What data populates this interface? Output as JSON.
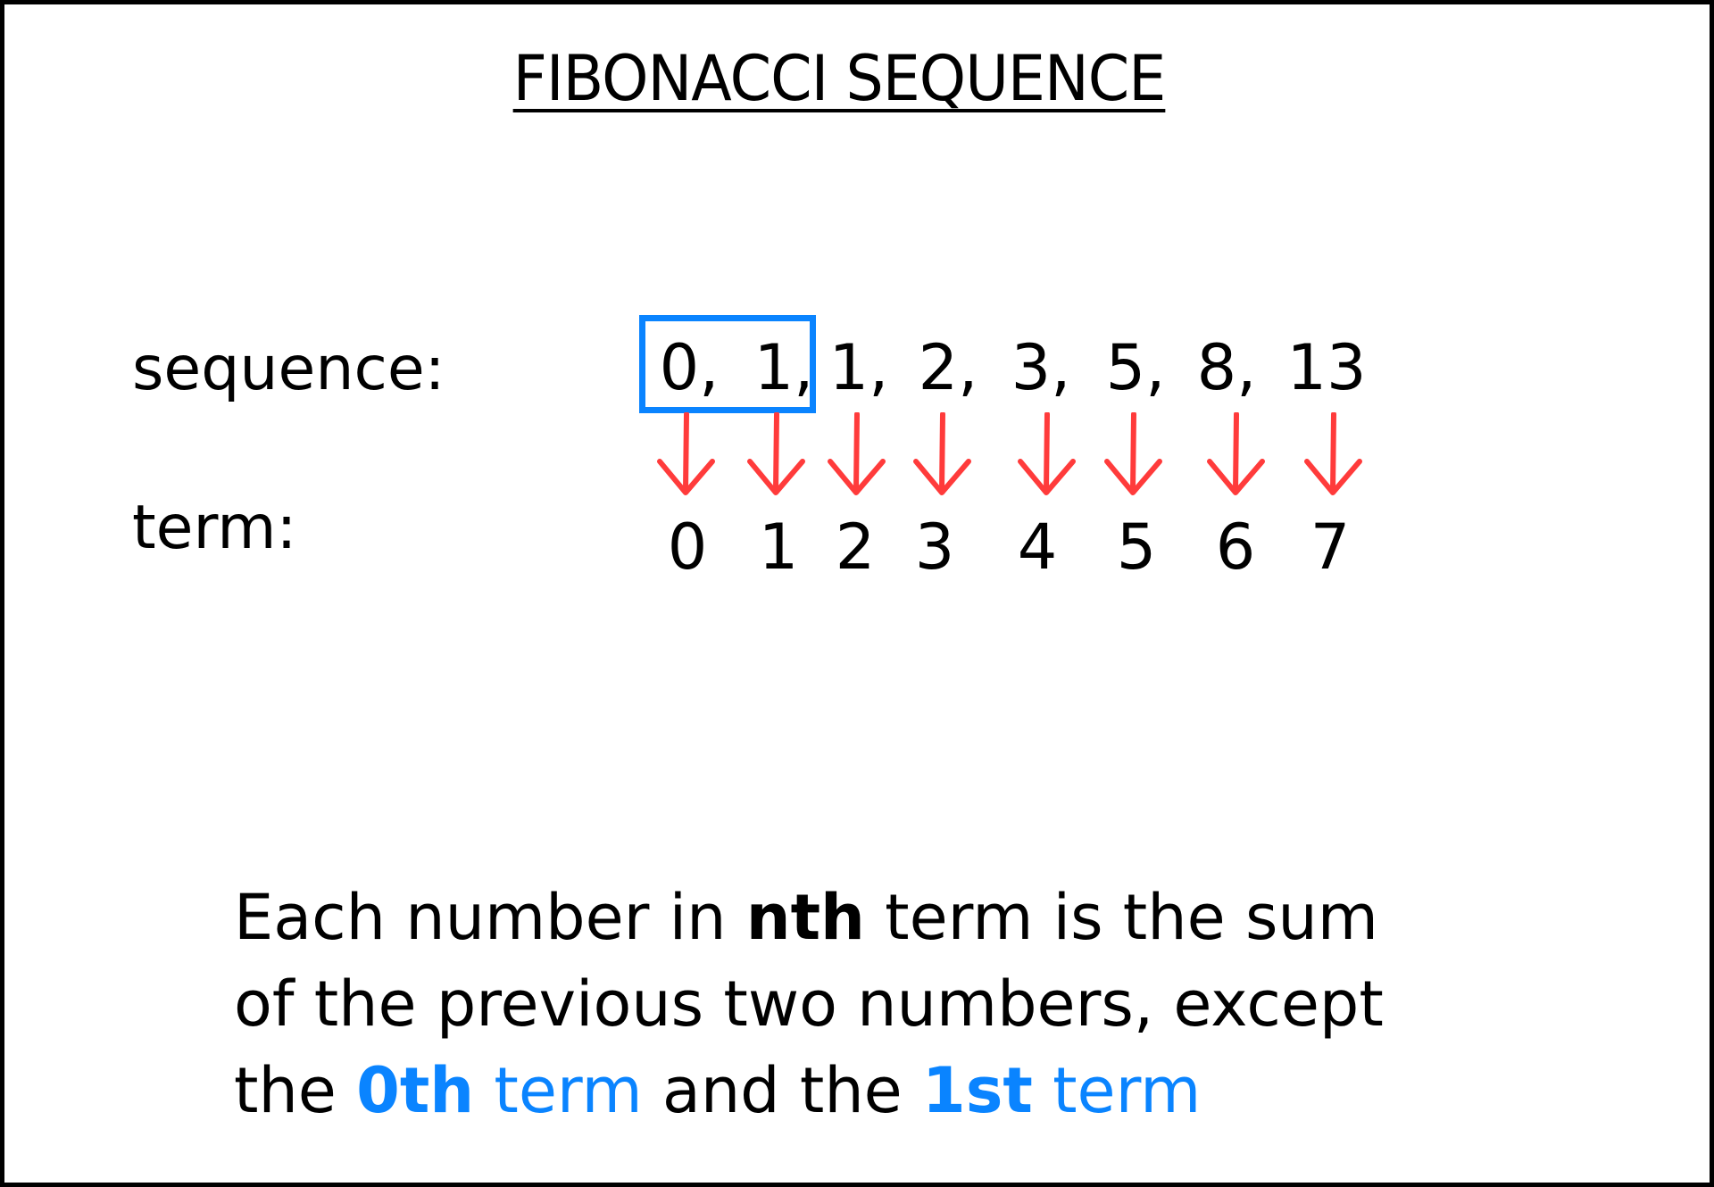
{
  "title": "FIBONACCI SEQUENCE",
  "labels": {
    "sequence": "sequence:",
    "term": "term:"
  },
  "sequence": [
    "0,",
    "1,",
    "1,",
    "2,",
    "3,",
    "5,",
    "8,",
    "13"
  ],
  "terms": [
    "0",
    "1",
    "2",
    "3",
    "4",
    "5",
    "6",
    "7"
  ],
  "highlighted_terms": [
    "0",
    "1"
  ],
  "description": {
    "line1_a": "Each number in ",
    "line1_bold": "nth",
    "line1_b": " term is the sum",
    "line2": "of the previous two numbers, except",
    "line3_a": "the ",
    "line3_blue1_bold": "0th",
    "line3_blue1_rest": " term",
    "line3_b": " and the ",
    "line3_blue2_bold": "1st",
    "line3_blue2_rest": " term"
  },
  "colors": {
    "highlight": "#0a84ff",
    "arrow": "#ff3b3b",
    "text": "#000000"
  }
}
